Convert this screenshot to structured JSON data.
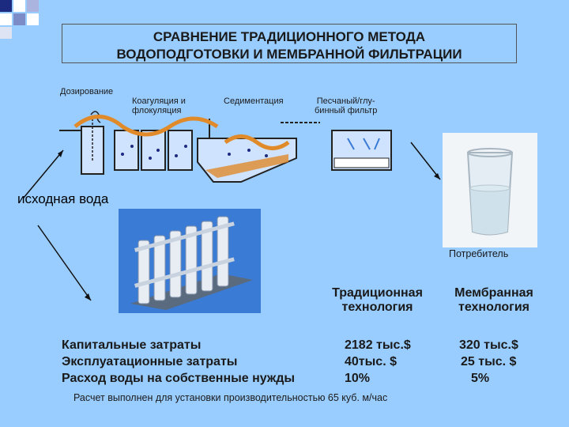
{
  "title": {
    "line1": "СРАВНЕНИЕ ТРАДИЦИОННОГО МЕТОДА",
    "line2": "ВОДОПОДГОТОВКИ И МЕМБРАННОЙ ФИЛЬТРАЦИИ"
  },
  "process": {
    "dosing": "Дозирование",
    "coagulation_1": "Коагуляция и",
    "coagulation_2": "флокуляция",
    "sedimentation": "Седиментация",
    "filter_1": "Песчаный/глу-",
    "filter_2": "бинный фильтр"
  },
  "source_water": "исходная  вода",
  "consumer": "Потребитель",
  "columns": {
    "traditional_1": "Традиционная",
    "traditional_2": "технология",
    "membrane_1": "Мембранная",
    "membrane_2": "технология"
  },
  "rows": [
    {
      "label": "Капитальные затраты",
      "traditional": "2182 тыс.$",
      "membrane": "320 тыс.$"
    },
    {
      "label": "Эксплуатационные затраты",
      "traditional": "40тыс. $",
      "membrane": "25 тыс. $"
    },
    {
      "label": "Расход воды на собственные нужды",
      "traditional": "10%",
      "membrane": "5%"
    }
  ],
  "footnote": "Расчет выполнен для установки производительностью 65 куб. м/час",
  "colors": {
    "background": "#99ccff",
    "accent_square": "#1c2a80",
    "water_blue": "#3a7bd5",
    "flow_orange": "#e08a2a"
  }
}
